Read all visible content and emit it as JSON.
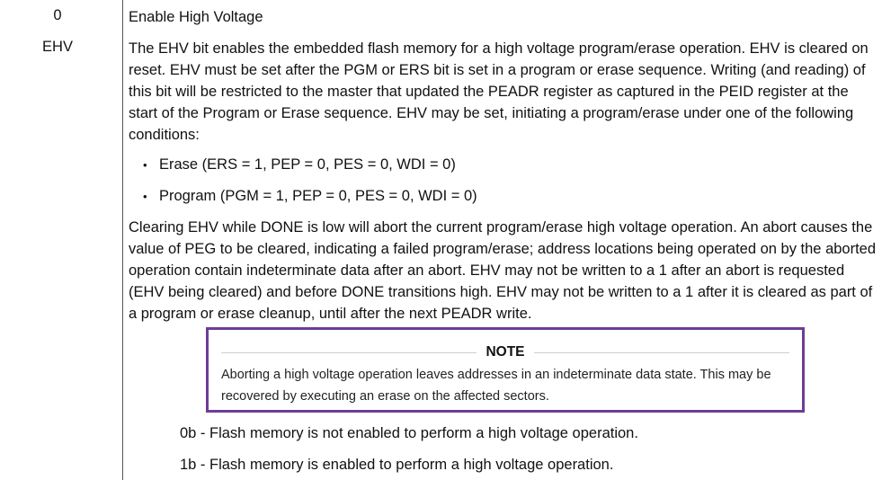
{
  "row": {
    "field_number": "0",
    "field_name": "EHV"
  },
  "description": {
    "title": "Enable High Voltage",
    "paragraph1": "The EHV bit enables the embedded flash memory for a high voltage program/erase operation. EHV is cleared on reset. EHV must be set after the PGM or ERS bit is set in a program or erase sequence. Writing (and reading) of this bit will be restricted to the master that updated the PEADR register as captured in the PEID register at the start of the Program or Erase sequence. EHV may be set, initiating a program/erase under one of the following conditions:",
    "bullets": [
      "Erase (ERS = 1, PEP = 0, PES = 0, WDI = 0)",
      "Program (PGM = 1, PEP = 0, PES = 0, WDI = 0)"
    ],
    "paragraph2": "Clearing EHV while DONE is low will abort the current program/erase high voltage operation. An abort causes the value of PEG to be cleared, indicating a failed program/erase; address locations being operated on by the aborted operation contain indeterminate data after an abort. EHV may not be written to a 1 after an abort is requested (EHV being cleared) and before DONE transitions high. EHV may not be written to a 1 after it is cleared as part of a program or erase cleanup, until after the next PEADR write.",
    "note": {
      "heading": "NOTE",
      "text": "Aborting a high voltage operation leaves addresses in an indeterminate data state. This may be recovered by executing an erase on the affected sectors."
    },
    "values": [
      "0b - Flash memory is not enabled to perform a high voltage operation.",
      "1b - Flash memory is enabled to perform a high voltage operation."
    ]
  },
  "colors": {
    "note_border": "#6e3d96",
    "divider": "#555555"
  }
}
